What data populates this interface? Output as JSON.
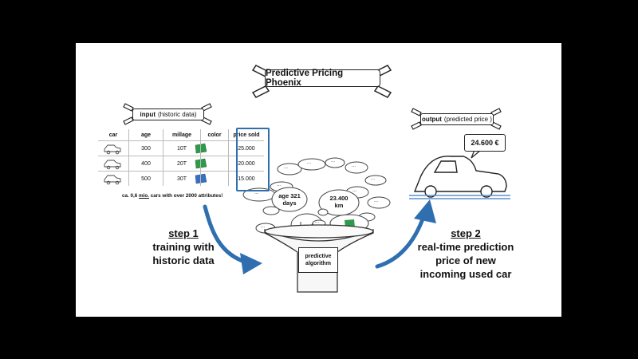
{
  "title": "Predictive Pricing Phoenix",
  "input_tag": {
    "bold": "input",
    "rest": "(historic data)"
  },
  "output_tag": {
    "bold": "output",
    "rest": "(predicted price )"
  },
  "table": {
    "headers": [
      "car",
      "age",
      "millage",
      "color",
      "price sold"
    ],
    "rows": [
      {
        "age": "300",
        "millage": "10T",
        "price": "25.000",
        "color": "#2e9a4a"
      },
      {
        "age": "400",
        "millage": "20T",
        "price": "20.000",
        "color": "#2e9a4a"
      },
      {
        "age": "500",
        "millage": "30T",
        "price": "15.000",
        "color": "#3a6fc0"
      }
    ]
  },
  "footnote": {
    "pre": "ca. 0,6 ",
    "underlined": "mio.",
    "post": " cars with over 2000 attributes!"
  },
  "step1": {
    "head": "step 1",
    "line1": "training with",
    "line2": "historic data"
  },
  "step2": {
    "head": "step 2",
    "line1": "real-time prediction",
    "line2": "price of new",
    "line3": "incoming used car"
  },
  "predicted_price": "24.600 €",
  "features": {
    "age": {
      "line1": "age 321",
      "line2": "days"
    },
    "km": {
      "line1": "23.400",
      "line2": "km"
    },
    "ellipsis": "..."
  },
  "algorithm": {
    "line1": "predictive",
    "line2": "algorithm"
  },
  "colors": {
    "accent_blue": "#2f6fb0",
    "ink": "#222222",
    "green": "#2e9a4a"
  }
}
